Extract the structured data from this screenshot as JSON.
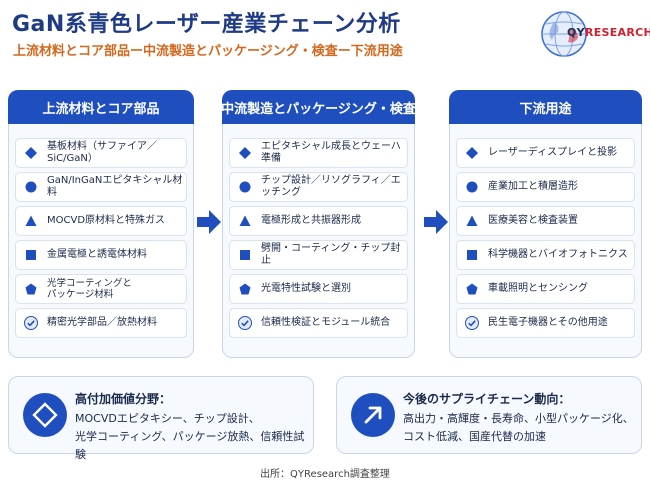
{
  "title": "GaN系青色レーザー産業チェーン分析",
  "subtitle": "上流材料とコア部品ー中流製造とパッケージング・検査ー下流用途",
  "logo": {
    "prefix": "QY",
    "rest": "RESEARCH"
  },
  "columns": [
    {
      "title": "上流材料とコア部品",
      "items": [
        {
          "icon": "diamond-icon",
          "label": "基板材料（サファイア／SiC/GaN）"
        },
        {
          "icon": "circle-icon",
          "label": "GaN/InGaNエピタキシャル材料"
        },
        {
          "icon": "triangle-icon",
          "label": "MOCVD原材料と特殊ガス"
        },
        {
          "icon": "square-icon",
          "label": "金属電極と誘電体材料"
        },
        {
          "icon": "pentagon-icon",
          "label": "光学コーティングと\nパッケージ材料"
        },
        {
          "icon": "check-badge-icon",
          "label": "精密光学部品／放熱材料"
        }
      ]
    },
    {
      "title": "中流製造とパッケージング・検査",
      "items": [
        {
          "icon": "diamond-icon",
          "label": "エピタキシャル成長とウェーハ準備"
        },
        {
          "icon": "circle-icon",
          "label": "チップ設計／リソグラフィ／エッチング"
        },
        {
          "icon": "triangle-icon",
          "label": "電極形成と共振器形成"
        },
        {
          "icon": "square-icon",
          "label": "劈開・コーティング・チップ封止"
        },
        {
          "icon": "pentagon-icon",
          "label": "光電特性試験と選別"
        },
        {
          "icon": "check-badge-icon",
          "label": "信頼性検証とモジュール統合"
        }
      ]
    },
    {
      "title": "下流用途",
      "items": [
        {
          "icon": "diamond-icon",
          "label": "レーザーディスプレイと投影"
        },
        {
          "icon": "circle-icon",
          "label": "産業加工と積層造形"
        },
        {
          "icon": "triangle-icon",
          "label": "医療美容と検査装置"
        },
        {
          "icon": "square-icon",
          "label": "科学機器とバイオフォトニクス"
        },
        {
          "icon": "pentagon-icon",
          "label": "車載照明とセンシング"
        },
        {
          "icon": "check-badge-icon",
          "label": "民生電子機器とその他用途"
        }
      ]
    }
  ],
  "cards": [
    {
      "icon": "diamond-outline-icon",
      "title": "高付加価値分野：",
      "text": "MOCVDエピタキシー、チップ設計、\n光学コーティング、パッケージ放熱、信頼性試験"
    },
    {
      "icon": "trend-arrow-icon",
      "title": "今後のサプライチェーン動向：",
      "text": "高出力・高輝度・長寿命、小型パッケージ化、\nコスト低減、国産代替の加速"
    }
  ],
  "source": "出所：QYResearch調査整理",
  "colors": {
    "primary": "#1f4fbf",
    "title": "#1f3b86",
    "subtitle": "#d2691e",
    "panel": "#f6f9fe",
    "border": "#c9d6ec"
  }
}
